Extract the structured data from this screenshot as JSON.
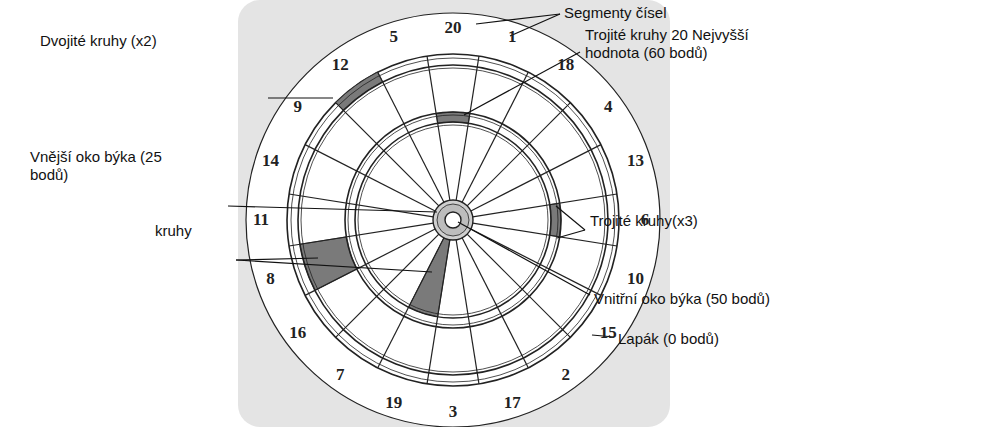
{
  "diagram": {
    "labels": [
      "Segmenty čísel",
      "Dvojité kruhy (x2)",
      "Trojité kruhy 20 Nejvyšší hodnota (60 bodů)",
      "Vnější oko býka (25 bodů)",
      "kruhy",
      "Trojité kruhy(x3)",
      "Vnitřní oko býka (50 bodů)",
      "Lapák (0 bodů)",
      "20",
      "1",
      "18",
      "4",
      "13",
      "6",
      "10",
      "15",
      "2",
      "17",
      "3",
      "19",
      "7",
      "16",
      "8",
      "11",
      "14",
      "9",
      "12",
      "5"
    ]
  }
}
